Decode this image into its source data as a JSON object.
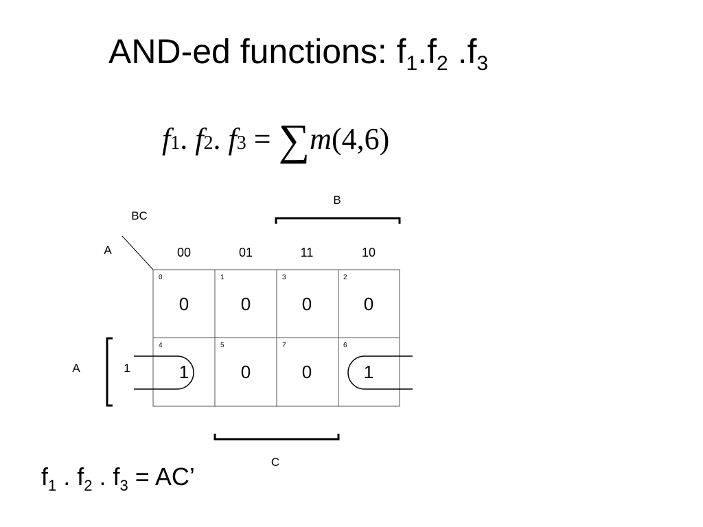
{
  "title": {
    "text": "AND-ed functions: f",
    "sub1": "1",
    "dot1": ".f",
    "sub2": "2",
    "dot2": " .f",
    "sub3": "3"
  },
  "equation": {
    "f1": "f",
    "i1": "1",
    "sep1": ". ",
    "f2": "f",
    "i2": "2",
    "sep2": ". ",
    "f3": "f",
    "i3": "3",
    "eq": " = ",
    "sigma": "∑",
    "m": "m",
    "args": "(4,6)"
  },
  "kmap": {
    "corner_top": "BC",
    "corner_left": "A",
    "col_headers": [
      "00",
      "01",
      "11",
      "10"
    ],
    "row_label_outer": "A",
    "row_labels": [
      "",
      "1"
    ],
    "bracket_b": "B",
    "bracket_c": "C",
    "cells": [
      [
        {
          "index": "0",
          "value": "0"
        },
        {
          "index": "1",
          "value": "0"
        },
        {
          "index": "3",
          "value": "0"
        },
        {
          "index": "2",
          "value": "0"
        }
      ],
      [
        {
          "index": "4",
          "value": "1"
        },
        {
          "index": "5",
          "value": "0"
        },
        {
          "index": "7",
          "value": "0"
        },
        {
          "index": "6",
          "value": "1"
        }
      ]
    ]
  },
  "result": {
    "f": "f",
    "s1": "1",
    "d1": " . f",
    "s2": "2",
    "d2": " . f",
    "s3": "3",
    "rhs": " = AC’"
  }
}
